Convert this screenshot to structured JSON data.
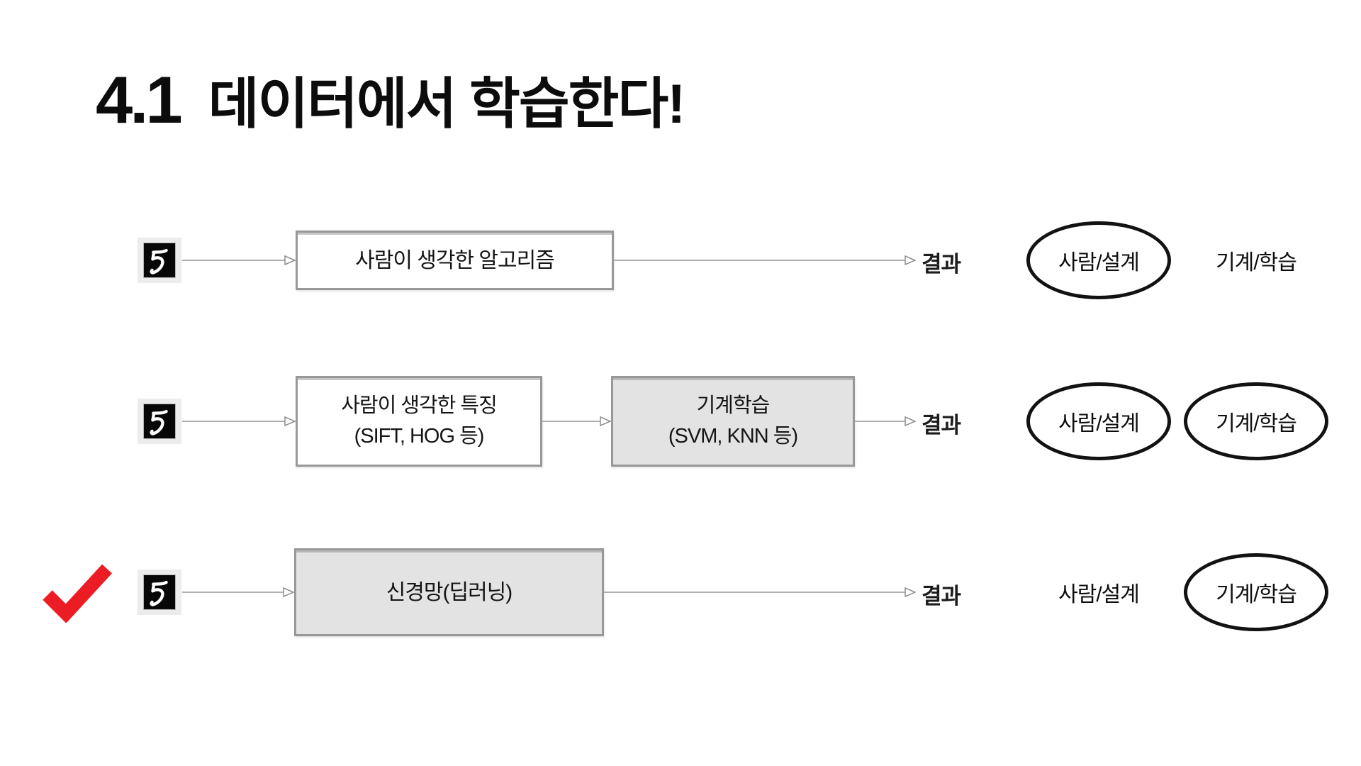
{
  "slide": {
    "title": {
      "number": "4.1",
      "text": "데이터에서 학습한다!"
    },
    "result_label": "결과",
    "colors": {
      "box_border": "#989898",
      "box_gray_fill": "#e3e3e3",
      "arrow": "#b0b0b0",
      "check_red": "#ec1c24",
      "ellipse_stroke": "#121212"
    },
    "icons": {
      "input": "mnist-digit-5-icon",
      "marker": "red-checkmark-icon"
    },
    "rows": [
      {
        "name": "human-algorithm",
        "checked": false,
        "boxes": [
          {
            "style": "white",
            "lines": [
              "사람이 생각한 알고리즘"
            ]
          }
        ],
        "labels": [
          {
            "text": "사람/설계",
            "circled": true
          },
          {
            "text": "기계/학습",
            "circled": false
          }
        ]
      },
      {
        "name": "human-features-plus-ml",
        "checked": false,
        "boxes": [
          {
            "style": "white",
            "lines": [
              "사람이 생각한 특징",
              "(SIFT, HOG 등)"
            ]
          },
          {
            "style": "gray",
            "lines": [
              "기계학습",
              "(SVM, KNN 등)"
            ]
          }
        ],
        "labels": [
          {
            "text": "사람/설계",
            "circled": true
          },
          {
            "text": "기계/학습",
            "circled": true
          }
        ]
      },
      {
        "name": "neural-network-deep-learning",
        "checked": true,
        "boxes": [
          {
            "style": "gray",
            "lines": [
              "신경망(딥러닝)"
            ]
          }
        ],
        "labels": [
          {
            "text": "사람/설계",
            "circled": false
          },
          {
            "text": "기계/학습",
            "circled": true
          }
        ]
      }
    ]
  }
}
